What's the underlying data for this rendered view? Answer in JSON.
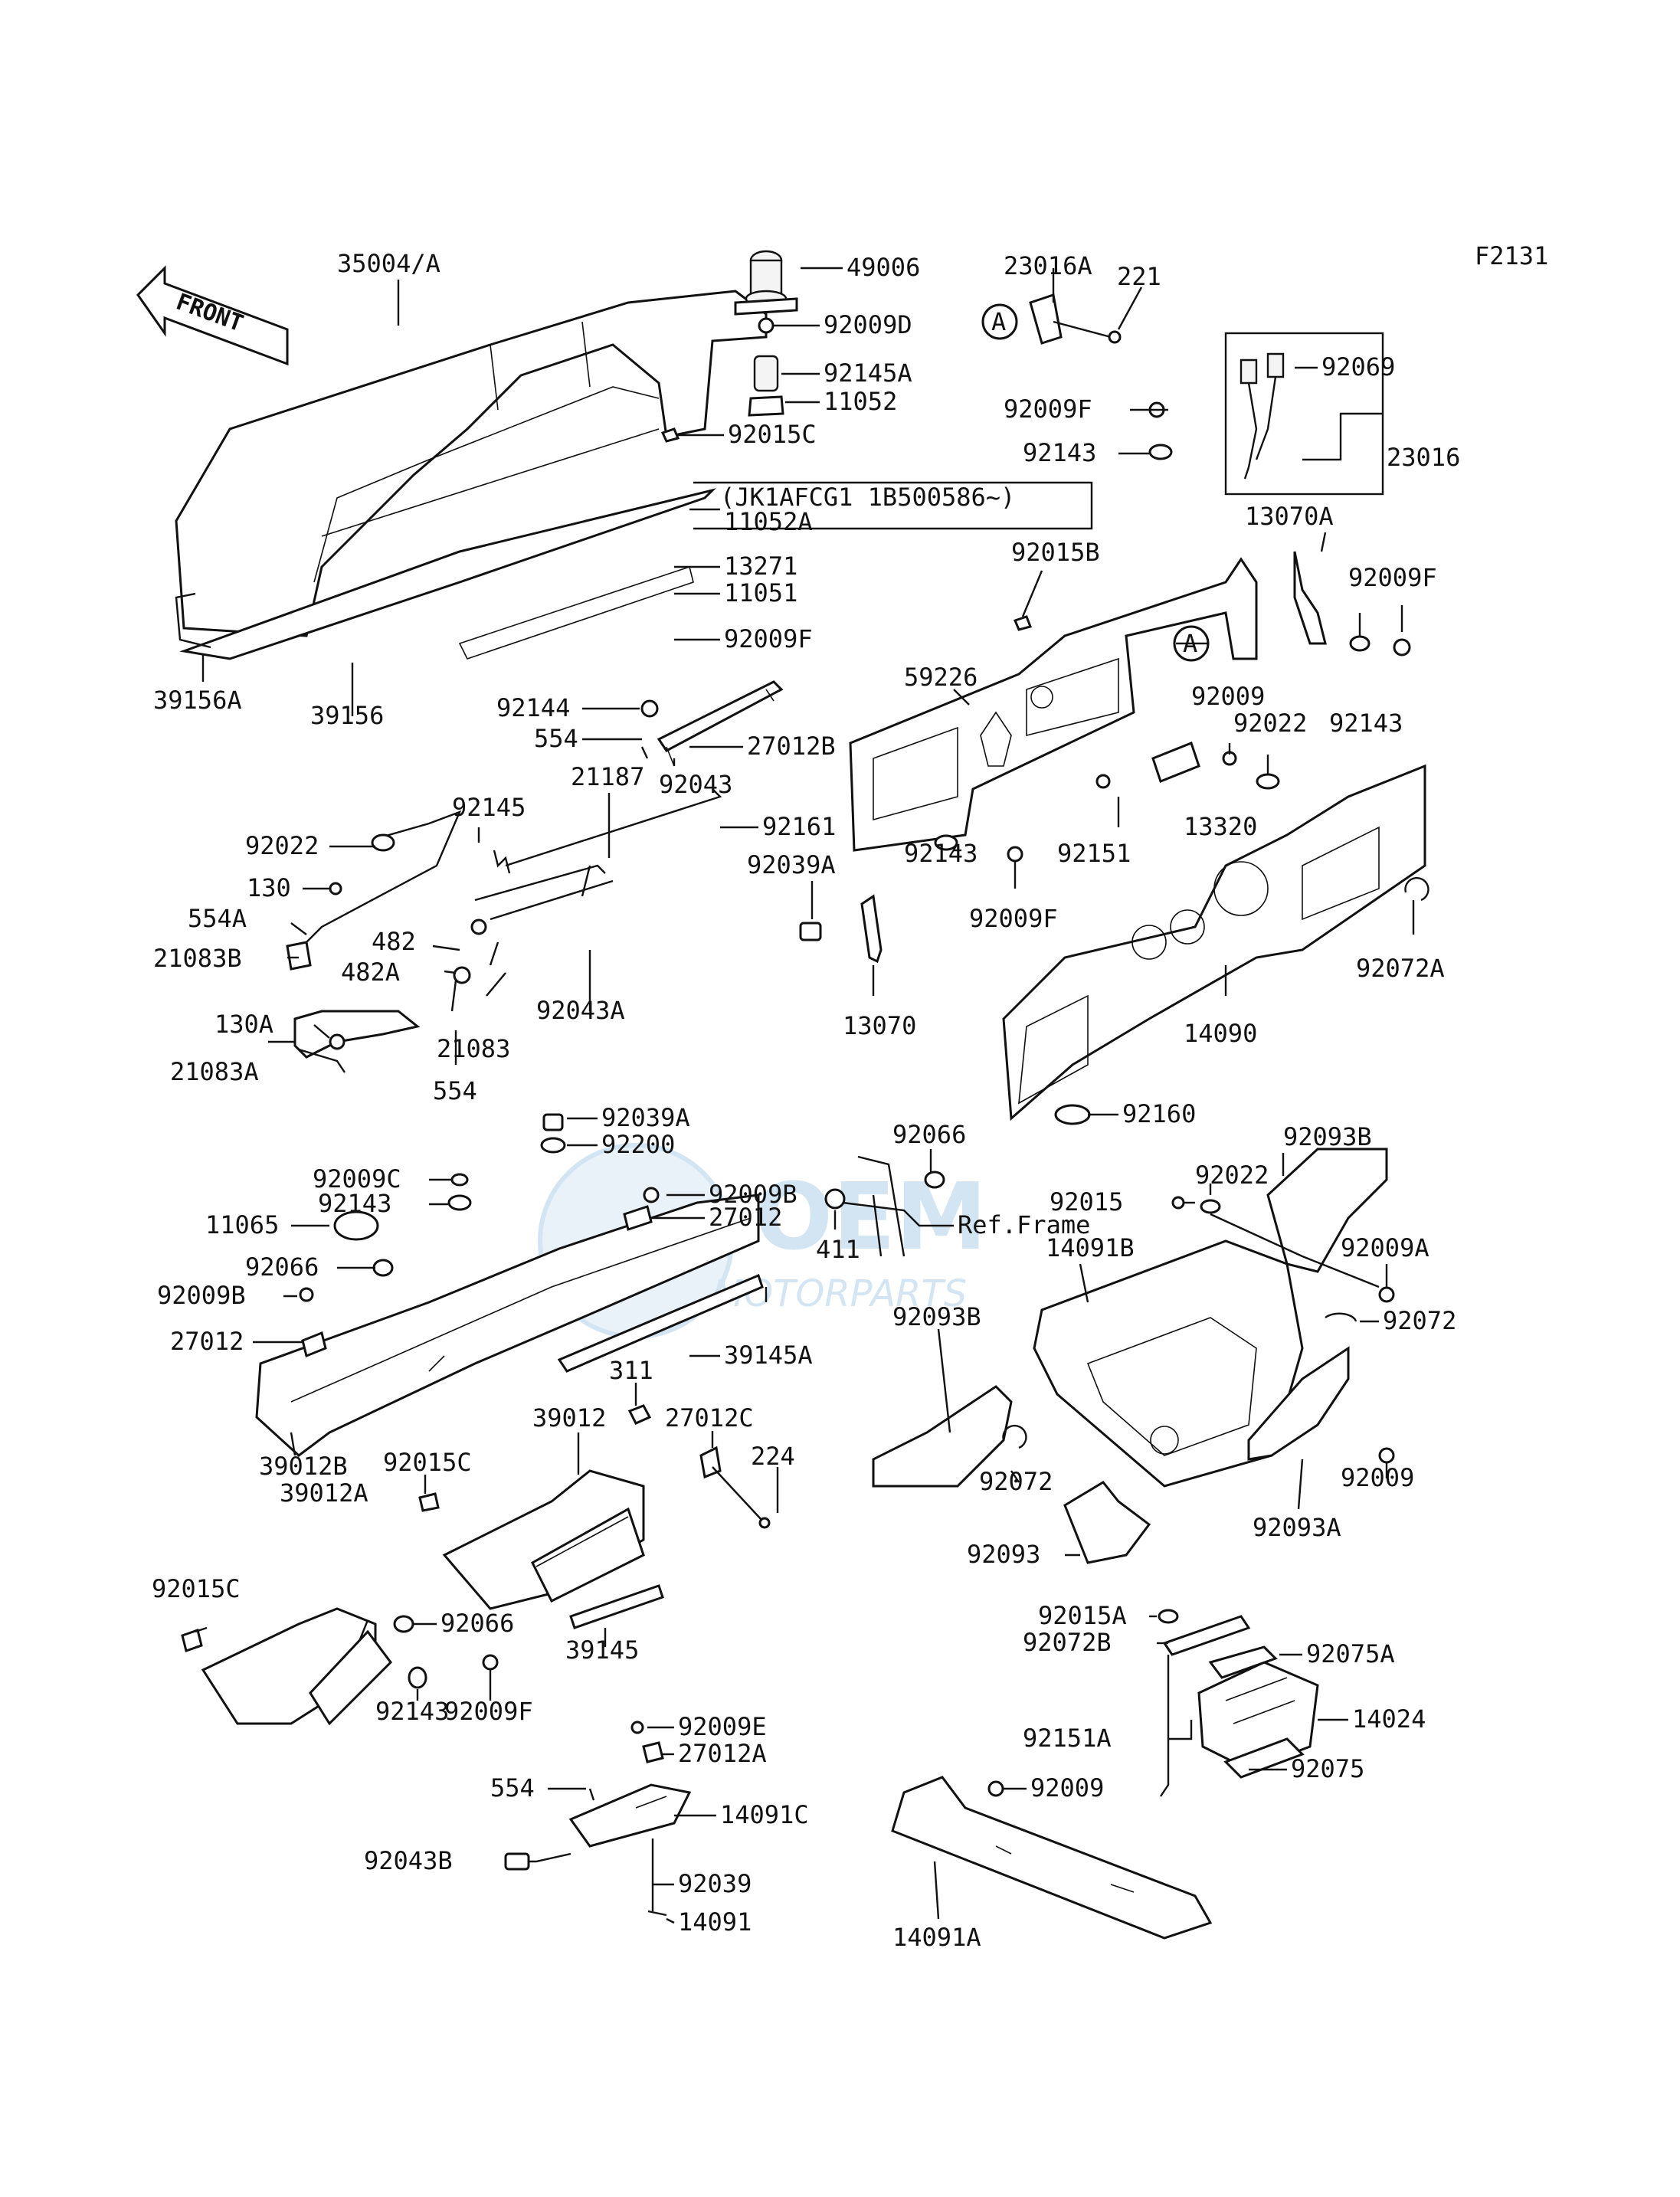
{
  "figure_code": "F2131",
  "front_arrow_label": "FRONT",
  "callout_marker": "A",
  "serial_note": "(JK1AFCG1 1B500586~)",
  "watermark": {
    "brand": "OEM",
    "sub": "MOTORPARTS"
  },
  "colors": {
    "line": "#111111",
    "watermark": "#9fc6e6"
  },
  "labels": [
    "35004/A",
    "49006",
    "92009D",
    "92145A",
    "11052",
    "92015C",
    "23016A",
    "221",
    "92009F",
    "92143",
    "92069",
    "23016",
    "13070A",
    "11052A",
    "13271",
    "11051",
    "92009F",
    "92015B",
    "59226",
    "92009F",
    "92009",
    "92022",
    "92143",
    "92144",
    "554",
    "27012B",
    "92043",
    "39156A",
    "39156",
    "92022",
    "92145",
    "21187",
    "92161",
    "92039A",
    "92143",
    "92151",
    "13320",
    "92009F",
    "130",
    "554A",
    "21083B",
    "482",
    "482A",
    "92043A",
    "13070",
    "130A",
    "21083",
    "21083A",
    "554",
    "14090",
    "92072A",
    "92039A",
    "92200",
    "92009C",
    "92143",
    "92009B",
    "92066",
    "27012",
    "11065",
    "92066",
    "Ref.Frame",
    "411",
    "92160",
    "92093B",
    "92022",
    "92015",
    "92009A",
    "14091B",
    "92072",
    "92009B",
    "27012",
    "39145A",
    "92093B",
    "311",
    "27012C",
    "39012",
    "224",
    "92015C",
    "92072",
    "92093",
    "92093A",
    "92009",
    "39012B",
    "39012A",
    "92015C",
    "92066",
    "39145",
    "92009F",
    "92143",
    "92015A",
    "92072B",
    "92075A",
    "14024",
    "92151A",
    "92009",
    "92075",
    "92009E",
    "27012A",
    "554",
    "14091C",
    "92043B",
    "92039",
    "14091",
    "14091A"
  ]
}
